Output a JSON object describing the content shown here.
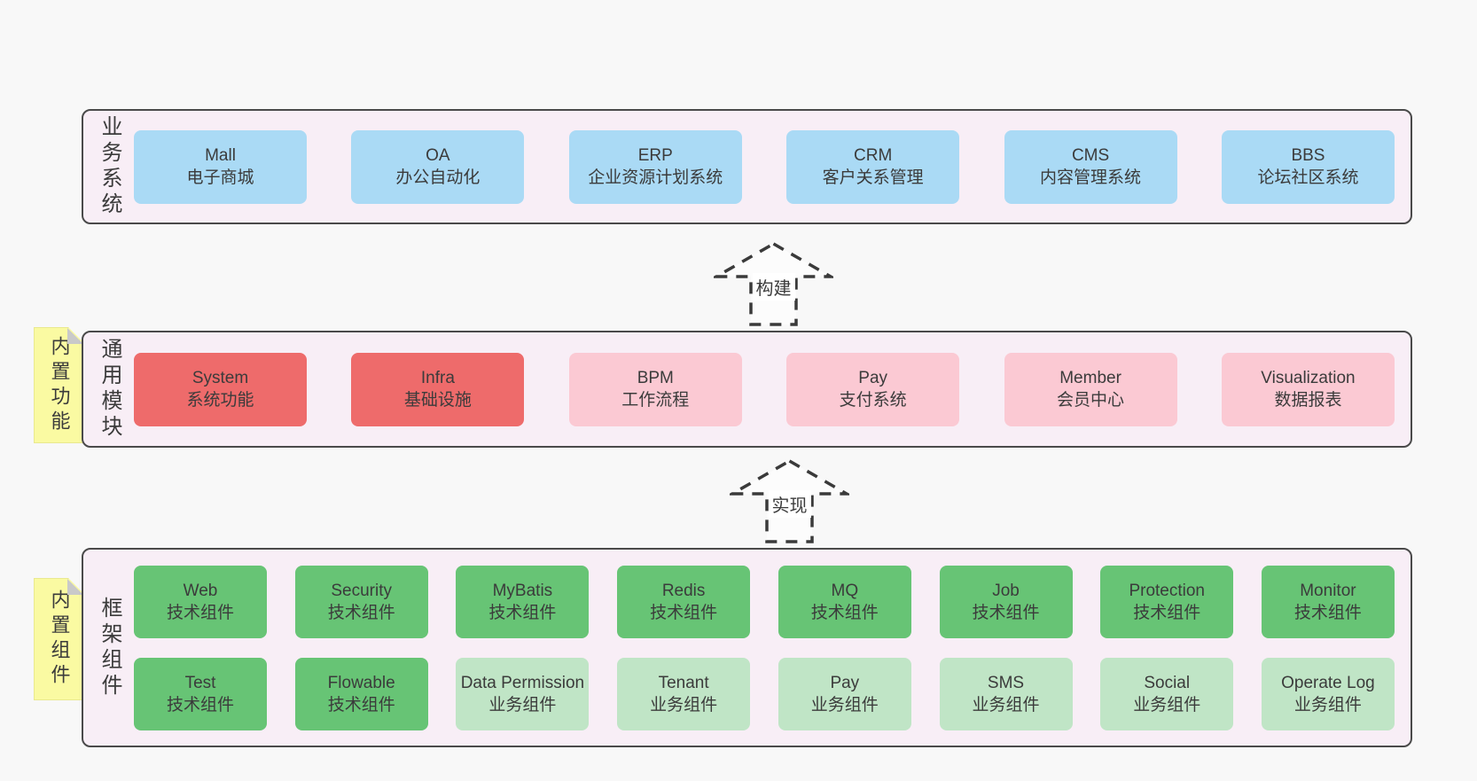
{
  "panels": {
    "business": {
      "side_label": "业务系统",
      "items": [
        {
          "name": "Mall",
          "sub": "电子商城"
        },
        {
          "name": "OA",
          "sub": "办公自动化"
        },
        {
          "name": "ERP",
          "sub": "企业资源计划系统"
        },
        {
          "name": "CRM",
          "sub": "客户关系管理"
        },
        {
          "name": "CMS",
          "sub": "内容管理系统"
        },
        {
          "name": "BBS",
          "sub": "论坛社区系统"
        }
      ]
    },
    "modules": {
      "side_label": "通用模块",
      "note_label": "内置功能",
      "items": [
        {
          "name": "System",
          "sub": "系统功能"
        },
        {
          "name": "Infra",
          "sub": "基础设施"
        },
        {
          "name": "BPM",
          "sub": "工作流程"
        },
        {
          "name": "Pay",
          "sub": "支付系统"
        },
        {
          "name": "Member",
          "sub": "会员中心"
        },
        {
          "name": "Visualization",
          "sub": "数据报表"
        }
      ]
    },
    "components": {
      "side_label": "框架组件",
      "note_label": "内置组件",
      "row1": [
        {
          "name": "Web",
          "sub": "技术组件"
        },
        {
          "name": "Security",
          "sub": "技术组件"
        },
        {
          "name": "MyBatis",
          "sub": "技术组件"
        },
        {
          "name": "Redis",
          "sub": "技术组件"
        },
        {
          "name": "MQ",
          "sub": "技术组件"
        },
        {
          "name": "Job",
          "sub": "技术组件"
        },
        {
          "name": "Protection",
          "sub": "技术组件"
        },
        {
          "name": "Monitor",
          "sub": "技术组件"
        }
      ],
      "row2": [
        {
          "name": "Test",
          "sub": "技术组件"
        },
        {
          "name": "Flowable",
          "sub": "技术组件"
        },
        {
          "name": "Data Permission",
          "sub": "业务组件"
        },
        {
          "name": "Tenant",
          "sub": "业务组件"
        },
        {
          "name": "Pay",
          "sub": "业务组件"
        },
        {
          "name": "SMS",
          "sub": "业务组件"
        },
        {
          "name": "Social",
          "sub": "业务组件"
        },
        {
          "name": "Operate Log",
          "sub": "业务组件"
        }
      ]
    }
  },
  "arrows": {
    "build": "构建",
    "implement": "实现"
  },
  "colors": {
    "page_bg": "#f8f8f8",
    "panel_bg": "#f8eef6",
    "panel_border": "#4a4a4a",
    "business_box": "#aadaf5",
    "core_module_box": "#ee6b6b",
    "optional_module_box": "#fbc9d3",
    "tech_component_box": "#67c475",
    "biz_component_box": "#c0e5c6",
    "note_bg": "#fafaa2",
    "note_fold": "#c9c9c9",
    "text": "#3b3b3b"
  }
}
